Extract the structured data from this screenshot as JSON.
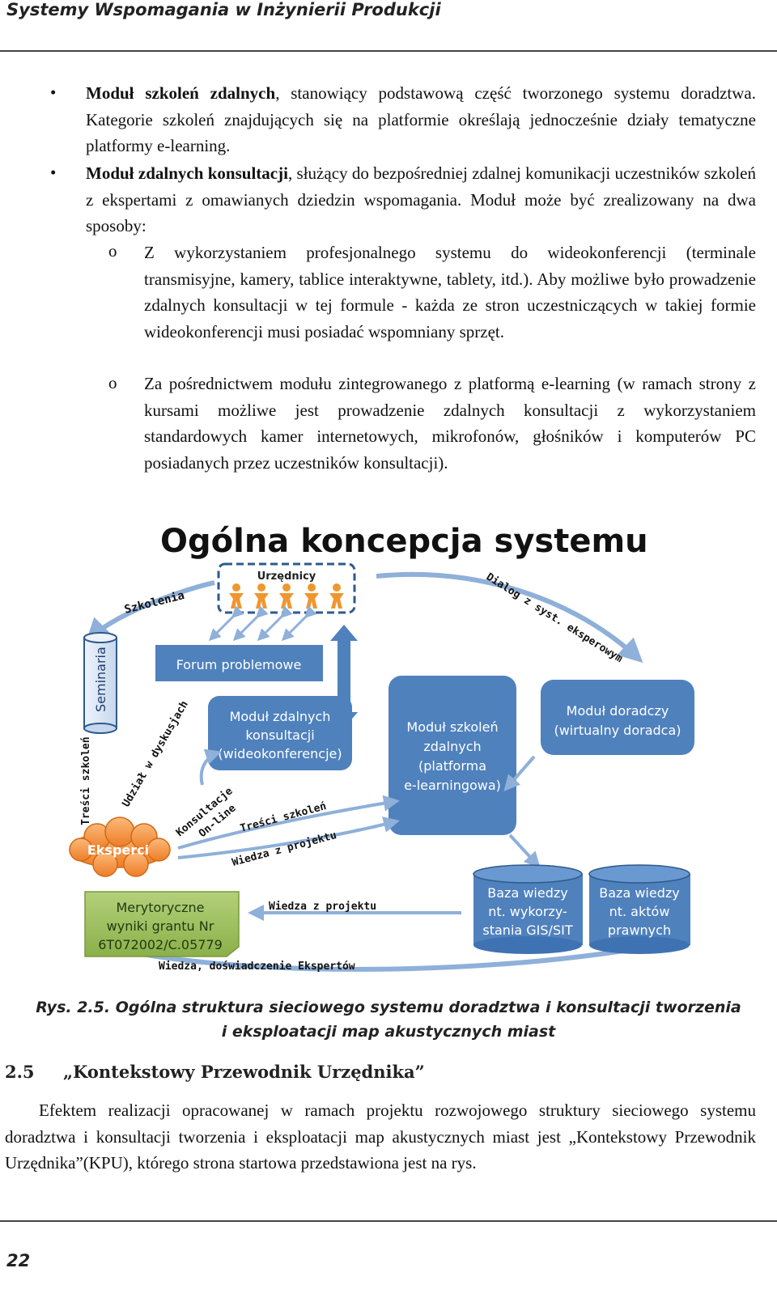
{
  "header": {
    "title": "Systemy Wspomagania w Inżynierii Produkcji"
  },
  "bullets": [
    {
      "marker": "•",
      "bold": "Moduł szkoleń zdalnych",
      "text": ", stanowiący podstawową część tworzonego systemu doradztwa. Kategorie szkoleń znajdujących się na platformie określają jednocześnie działy tematyczne platformy e-learning."
    },
    {
      "marker": "•",
      "bold": "Moduł zdalnych konsultacji",
      "text": ", służący do bezpośredniej zdalnej komunikacji uczestników szkoleń z ekspertami z omawianych dziedzin wspomagania. Moduł może być zrealizowany na dwa sposoby:"
    }
  ],
  "subbullets": [
    {
      "marker": "o",
      "text": "Z wykorzystaniem profesjonalnego systemu do wideokonferencji (terminale transmisyjne, kamery, tablice interaktywne, tablety, itd.). Aby możliwe było prowadzenie zdalnych konsultacji w tej formule - każda ze stron uczestniczących w takiej formie wideokonferencji musi posiadać wspomniany sprzęt."
    },
    {
      "marker": "o",
      "text": "Za pośrednictwem modułu zintegrowanego z platformą e-learning (w ramach strony z kursami możliwe jest prowadzenie zdalnych konsultacji z wykorzystaniem standardowych kamer internetowych, mikrofonów, głośników i komputerów PC posiadanych przez uczestników konsultacji)."
    }
  ],
  "figure": {
    "title": "Ogólna koncepcja systemu",
    "urzednicy": "Urzędnicy",
    "forum": "Forum problemowe",
    "seminaria": "Seminaria",
    "modul_konsultacji": [
      "Moduł zdalnych",
      "konsultacji",
      "(wideokonferencje)"
    ],
    "modul_szkolen": [
      "Moduł  szkoleń",
      "zdalnych",
      "(platforma",
      "e-learningowa)"
    ],
    "modul_doradczy": [
      "Moduł doradczy",
      "(wirtualny doradca)"
    ],
    "eksperci": "Eksperci",
    "merytoryczne": [
      "Merytoryczne",
      "wyniki grantu Nr",
      "6T072002/C.05779"
    ],
    "baza1": [
      "Baza wiedzy",
      "nt. wykorzy-",
      "stania GIS/SIT"
    ],
    "baza2": [
      "Baza wiedzy",
      "nt. aktów",
      "prawnych"
    ],
    "labels": {
      "szkolenia": "Szkolenia",
      "dialog": "Dialog z syst. eksperowym",
      "tresci_szkolen_left": "Treści  szkoleń",
      "udzial": "Udział w dyskusjach",
      "konsultacje": "Konsultacje",
      "online": "On-line",
      "tresci_szkolen": "Treści  szkoleń",
      "wiedza_z_projektu_1": "Wiedza z projektu",
      "wiedza_z_projektu_2": "Wiedza z projektu",
      "wiedza_doswiadczenie": "Wiedza, doświadczenie Ekspertów"
    },
    "colors": {
      "blue": "#4f81bd",
      "blue_dark": "#2e5a8c",
      "orange": "#f79646",
      "green": "#9bbb59",
      "arrow": "#8eb0d9"
    }
  },
  "caption": {
    "line1": "Rys. 2.5. Ogólna struktura sieciowego systemu doradztwa i konsultacji tworzenia",
    "line2": "i eksploatacji map akustycznych miast"
  },
  "section": {
    "number": "2.5",
    "title": "„Kontekstowy Przewodnik Urzędnika”"
  },
  "body_paragraph": "Efektem realizacji opracowanej w ramach projektu rozwojowego struktury sieciowego systemu doradztwa i konsultacji tworzenia i eksploatacji map akustycznych miast jest „Kontekstowy Przewodnik Urzędnika”(KPU), którego strona startowa przedstawiona jest na rys.",
  "footer": {
    "page_number": "22"
  }
}
